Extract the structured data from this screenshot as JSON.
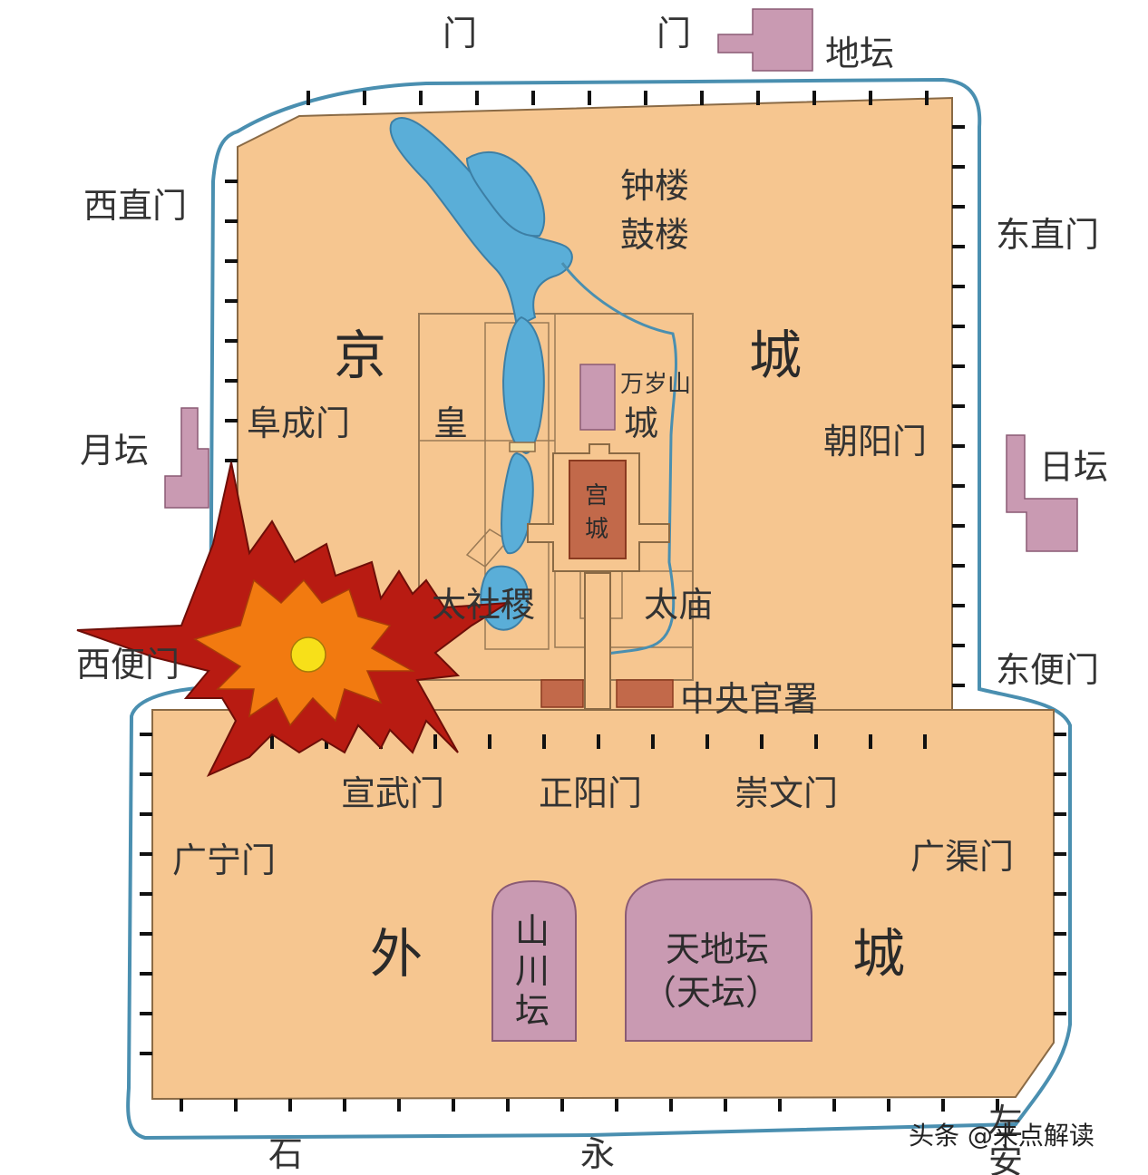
{
  "colors": {
    "inner_city": "#f6c690",
    "outer_city": "#f6c690",
    "moat": "#4a8fb0",
    "water": "#5aaed8",
    "altar": "#c99ab2",
    "palace": "#c2694a",
    "explosion_outer": "#b81b12",
    "explosion_inner": "#f27a10",
    "explosion_core": "#f7e019"
  },
  "labels": {
    "top_gate_a": "门",
    "top_gate_b": "门",
    "ditan": "地坛",
    "xizhimen": "西直门",
    "dongzhimen": "东直门",
    "zhonglou": "钟楼",
    "gulou": "鼓楼",
    "jing": "京",
    "cheng_inner": "城",
    "wansuishan": "万岁山",
    "fuchengmen": "阜成门",
    "huang": "皇",
    "huangcheng_cheng": "城",
    "chaoyangmen": "朝阳门",
    "yuetan": "月坛",
    "ritan": "日坛",
    "gong": "宫",
    "gongcheng_cheng": "城",
    "taisheji": "太社稷",
    "taimiao": "太庙",
    "xibianmen": "西便门",
    "dongbianmen": "东便门",
    "zhongyang": "中央官署",
    "xuanwumen": "宣武门",
    "zhengyangmen": "正阳门",
    "chongwenmen": "崇文门",
    "guangningmen": "广宁门",
    "guangqumen": "广渠门",
    "wai": "外",
    "cheng_outer": "城",
    "shan": "山",
    "chuan": "川",
    "tan": "坛",
    "tiandi": "天地坛",
    "tiantan": "（天坛）",
    "shi": "石",
    "yong": "永",
    "zuo_dong": "左",
    "an": "安",
    "watermark": "头条 @来点解读"
  }
}
